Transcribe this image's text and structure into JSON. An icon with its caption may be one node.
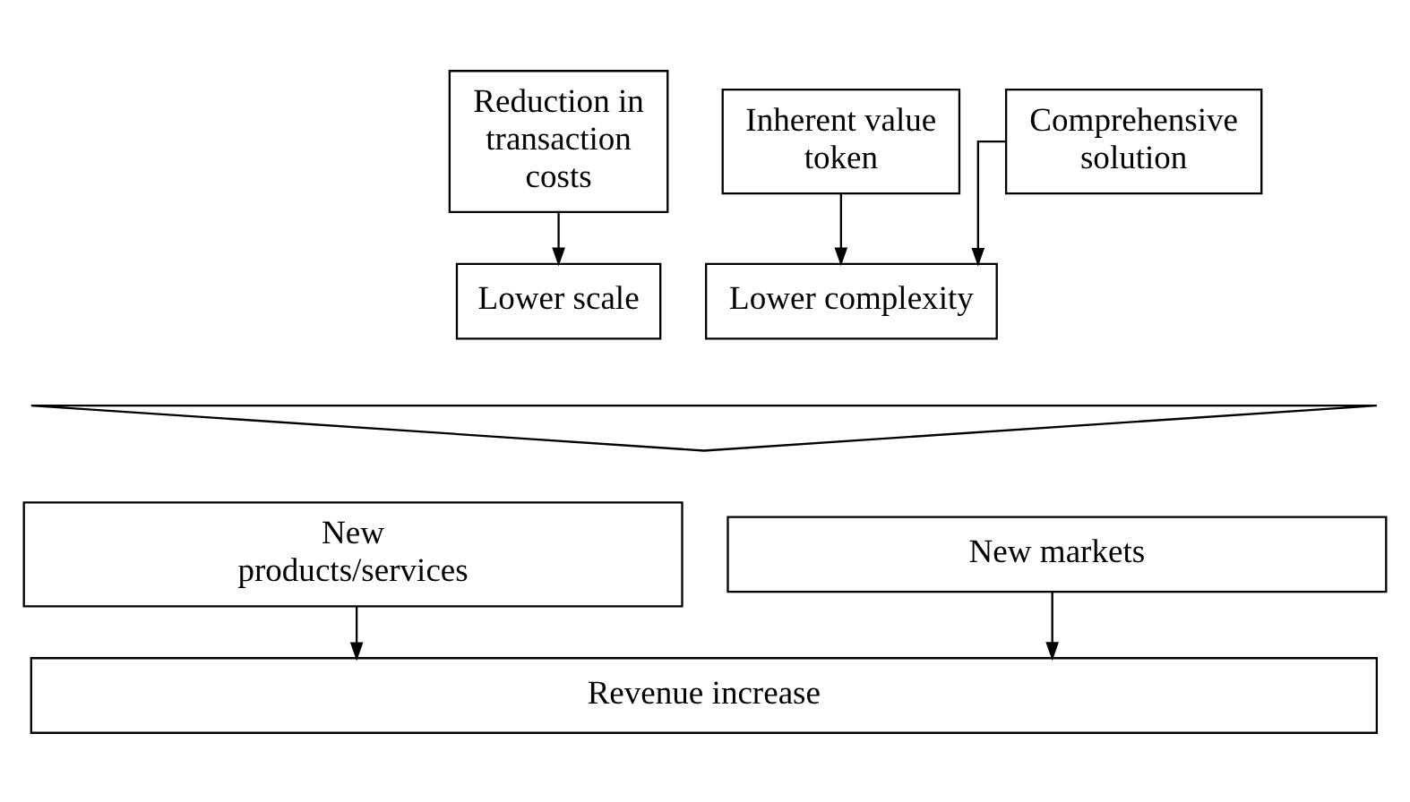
{
  "diagram": {
    "nodes": [
      {
        "text": [
          "Reduction in transaction costs"
        ]
      },
      {
        "text": [
          "Inherent value token"
        ]
      },
      {
        "text": [
          "Comprehensive solution"
        ]
      },
      {
        "text": [
          "Lower scale"
        ]
      },
      {
        "text": [
          "Lower complexity"
        ]
      },
      {
        "text": [],
        "shape": "triangle"
      },
      {
        "text": [
          "New products/services"
        ]
      },
      {
        "text": [
          "New markets"
        ]
      },
      {
        "text": [
          "Revenue increase"
        ]
      }
    ],
    "edges": [
      {
        "from": 0,
        "to": 3,
        "arrow": "to"
      },
      {
        "from": 1,
        "to": 4,
        "arrow": "to"
      },
      {
        "from": 2,
        "to": 4,
        "arrow": "to"
      },
      {
        "from": 6,
        "to": 8,
        "arrow": "to"
      },
      {
        "from": 7,
        "to": 8,
        "arrow": "to"
      }
    ]
  }
}
